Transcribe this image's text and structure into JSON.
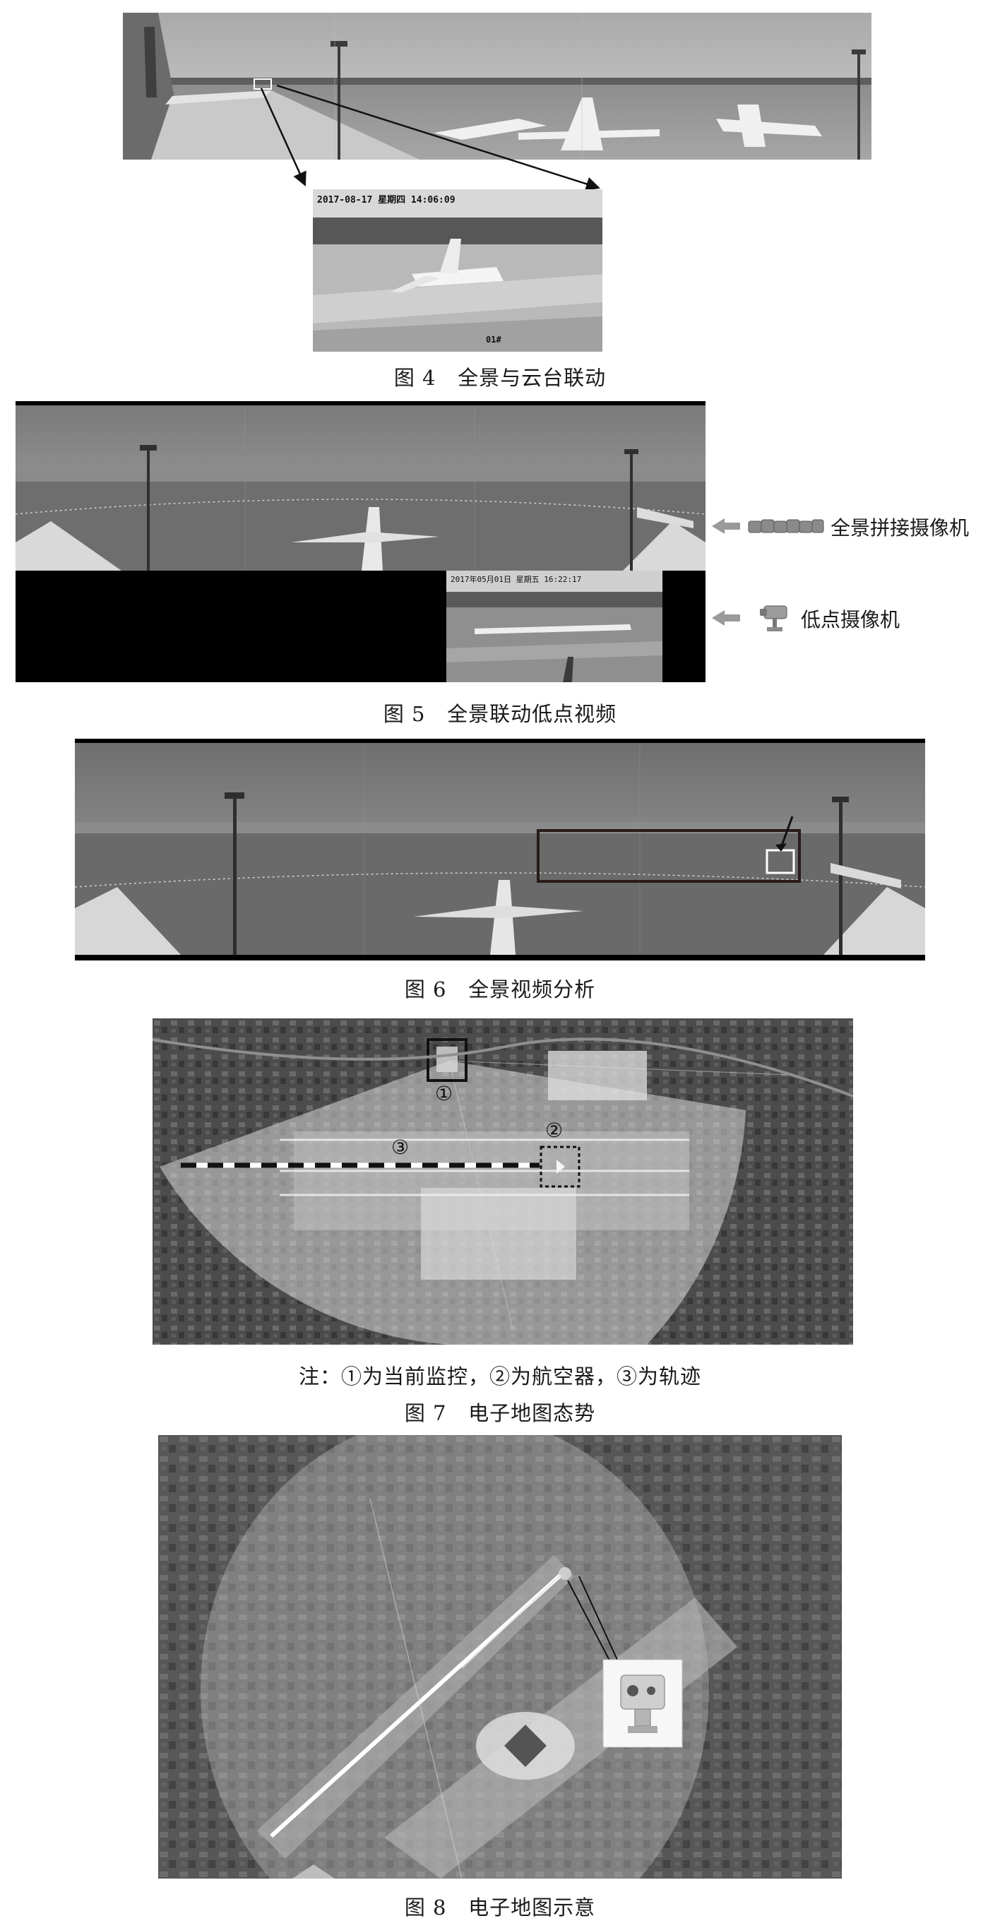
{
  "figures": {
    "fig4": {
      "caption": "图 4   全景与云台联动",
      "inset_timestamp": "2017-08-17  星期四  14:06:09",
      "inset_label": "01#"
    },
    "fig5": {
      "caption": "图 5   全景联动低点视频",
      "inset_timestamp": "2017年05月01日  星期五  16:22:17",
      "label_panorama_camera": "全景拼接摄像机",
      "label_low_camera": "低点摄像机"
    },
    "fig6": {
      "caption": "图 6   全景视频分析"
    },
    "fig7": {
      "note": "注：①为当前监控，②为航空器，③为轨迹",
      "caption": "图 7   电子地图态势",
      "marker_1": "①",
      "marker_2": "②",
      "marker_3": "③"
    },
    "fig8": {
      "caption": "图 8   电子地图示意"
    }
  }
}
